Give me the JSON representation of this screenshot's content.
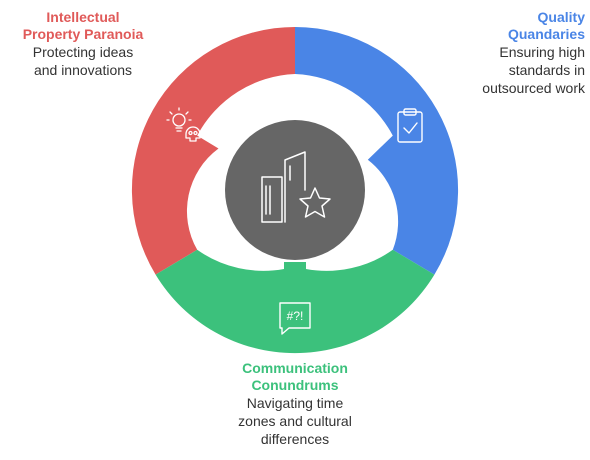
{
  "segments": [
    {
      "key": "ip",
      "title_line1": "Intellectual",
      "title_line2": "Property Paranoia",
      "desc_line1": "Protecting ideas",
      "desc_line2": "and innovations",
      "color": "#e05a59",
      "icon": "lightbulb-skull-icon"
    },
    {
      "key": "quality",
      "title_line1": "Quality",
      "title_line2": "Quandaries",
      "desc_line1": "Ensuring high",
      "desc_line2": "standards in",
      "desc_line3": "outsourced work",
      "color": "#4a85e6",
      "icon": "clipboard-check-icon"
    },
    {
      "key": "communication",
      "title_line1": "Communication",
      "title_line2": "Conundrums",
      "desc_line1": "Navigating time",
      "desc_line2": "zones and cultural",
      "desc_line3": "differences",
      "color": "#3cc17c",
      "icon": "speech-bubble-icon",
      "icon_text": "#?!"
    }
  ],
  "center": {
    "color": "#666666",
    "icon": "buildings-star-icon"
  }
}
